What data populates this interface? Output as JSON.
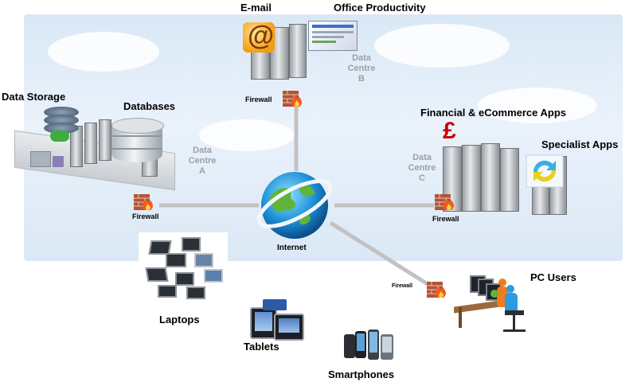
{
  "labels": {
    "email": "E-mail",
    "office": "Office Productivity",
    "data_storage": "Data Storage",
    "databases": "Databases",
    "financial": "Financial & eCommerce Apps",
    "specialist": "Specialist Apps",
    "pc_users": "PC Users",
    "laptops": "Laptops",
    "tablets": "Tablets",
    "smartphones": "Smartphones",
    "internet": "Internet",
    "firewall": "Firewall"
  },
  "data_centres": {
    "a": [
      "Data",
      "Centre",
      "A"
    ],
    "b": [
      "Data",
      "Centre",
      "B"
    ],
    "c": [
      "Data",
      "Centre",
      "C"
    ]
  },
  "icons": {
    "email": "at-sign-icon",
    "financial": "pound-sign-icon",
    "specialist": "sync-arrows-icon",
    "firewall": "firewall-icon",
    "internet": "globe-icon"
  },
  "symbols": {
    "email_at": "@",
    "pound": "£"
  },
  "colors": {
    "sky": "#dbe8f5",
    "firewall_flame": "#e8481c",
    "globe_ocean": "#1e90d8",
    "pound": "#cc0000"
  }
}
